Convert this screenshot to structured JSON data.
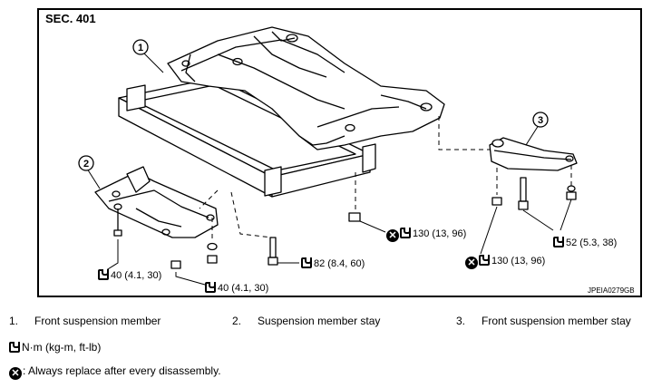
{
  "diagram": {
    "section": "SEC. 401",
    "code": "JPEIA0279GB",
    "callouts": [
      "1",
      "2",
      "3"
    ],
    "torques": {
      "stay_left": "40 (4.1, 30)",
      "stay_bottom": "40 (4.1, 30)",
      "bolt_center": "82 (8.4, 60)",
      "member_bolt": "130 (13, 96)",
      "mount_bolt": "130 (13, 96)",
      "mount_upper": "52 (5.3, 38)"
    }
  },
  "legend": {
    "items": [
      {
        "num": "1.",
        "label": "Front suspension member"
      },
      {
        "num": "2.",
        "label": "Suspension member stay"
      },
      {
        "num": "3.",
        "label": "Front suspension member stay"
      }
    ],
    "torque_unit": "N·m (kg-m, ft-lb)",
    "replace_note": ": Always replace after every disassembly."
  },
  "icons": {
    "torque": "torque-wrench-icon",
    "replace": "do-not-reuse-icon"
  }
}
